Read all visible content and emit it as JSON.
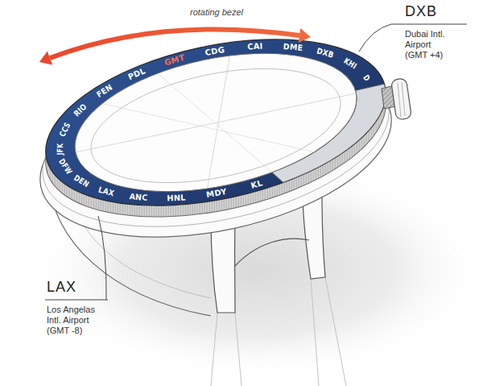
{
  "diagram": {
    "labels": [
      "rotating bezel",
      "DXB",
      "Dubai Intl. Airport (GMT +4)",
      "LAX",
      "Los Angelas Intl. Airport (GMT -8)",
      "GMT",
      "CDG",
      "CAI",
      "DME",
      "DXB",
      "KHI",
      "D",
      "KL",
      "MDY",
      "HNL",
      "ANC",
      "LAX",
      "DEN",
      "DFW",
      "JFK",
      "CCS",
      "RIO",
      "FEN",
      "PDL"
    ]
  }
}
